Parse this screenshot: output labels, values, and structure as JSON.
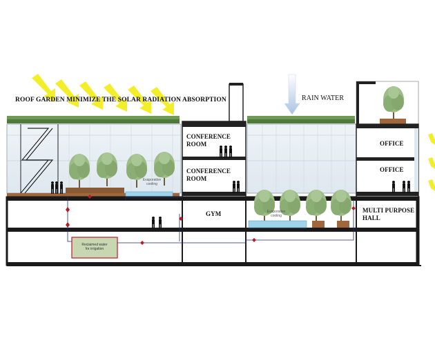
{
  "labels": {
    "roof_garden": "ROOF GARDEN MINIMIZE THE SOLAR RADIATION ABSORPTION",
    "rain_water": "RAIN WATER",
    "conference_room_1_line1": "CONFERENCE",
    "conference_room_1_line2": "ROOM",
    "conference_room_2_line1": "CONFERENCE",
    "conference_room_2_line2": "ROOM",
    "gym": "GYM",
    "office_1": "OFFICE",
    "office_2": "OFFICE",
    "multi_purpose_line1": "MULTI PURPOSE",
    "multi_purpose_line2": "HALL",
    "evaporative_cooling_1_line1": "Evaporative",
    "evaporative_cooling_1_line2": "cooling",
    "evaporative_cooling_2_line1": "Evaporative",
    "evaporative_cooling_2_line2": "cooling",
    "reclaimed_water_line1": "Reclaimed water",
    "reclaimed_water_line2": "for irrigation"
  },
  "colors": {
    "sun_ray": "#f2ee2a",
    "rain_arrow": "#b8cde6",
    "roof_green": "#4f7a3c",
    "tree_green": "#8fb27a",
    "wall_dark": "#1a1a1a",
    "glass": "#e7eef4",
    "water": "#9fd3ea",
    "planter": "#a0673c",
    "reclaimed_fill": "#c8d7b2",
    "pipe": "#1e2a78",
    "valve": "#b81a2a"
  }
}
